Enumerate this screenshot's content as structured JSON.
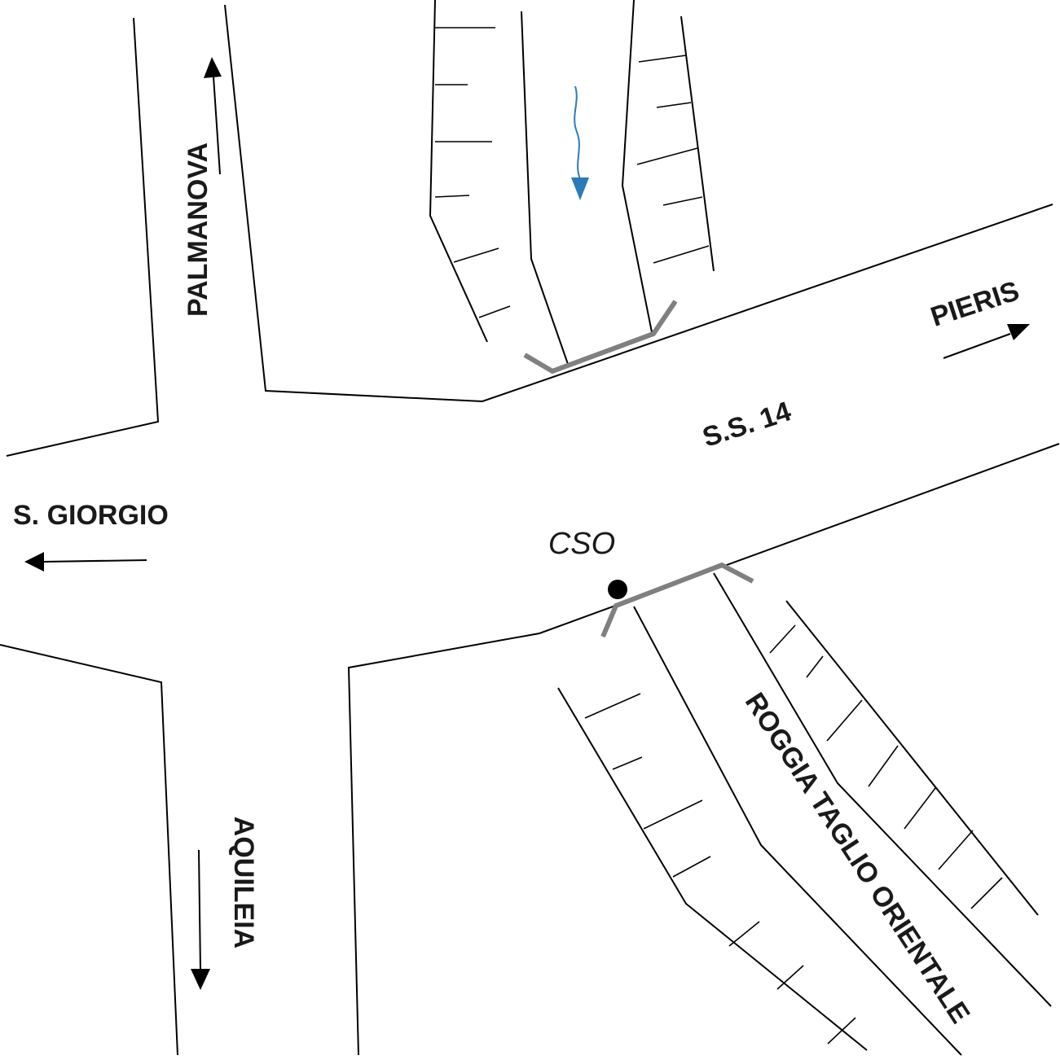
{
  "labels": {
    "palmanova": "PALMANOVA",
    "pieris": "PIERIS",
    "ss14": "S.S. 14",
    "san_giorgio": "S. GIORGIO",
    "cso": "CSO",
    "aquileia": "AQUILEIA",
    "roggia": "ROGGIA TAGLIO ORIENTALE"
  },
  "colors": {
    "road_line": "#000000",
    "bridge": "#808080",
    "flow_arrow": "#2b7bb9",
    "cso_marker": "#000000",
    "label_text": "#1a1a1a"
  },
  "icons": {
    "flow": "flow-direction-arrow-icon",
    "cso": "cso-outfall-dot-icon",
    "direction": "direction-arrow-icon"
  }
}
